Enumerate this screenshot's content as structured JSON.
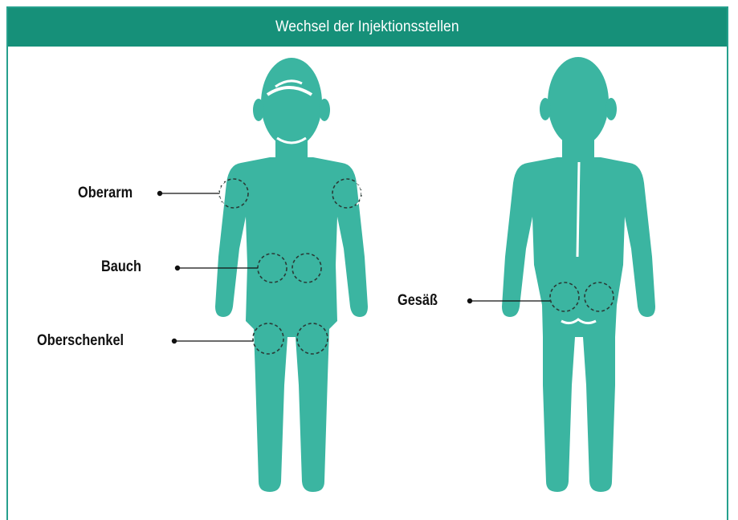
{
  "header": {
    "title": "Wechsel der Injektionsstellen"
  },
  "labels": {
    "upper_arm": "Oberarm",
    "abdomen": "Bauch",
    "thigh": "Oberschenkel",
    "buttocks": "Gesäß"
  },
  "colors": {
    "header_bg": "#169079",
    "body_fill": "#3bb5a1",
    "frame_border": "#26a08d"
  }
}
